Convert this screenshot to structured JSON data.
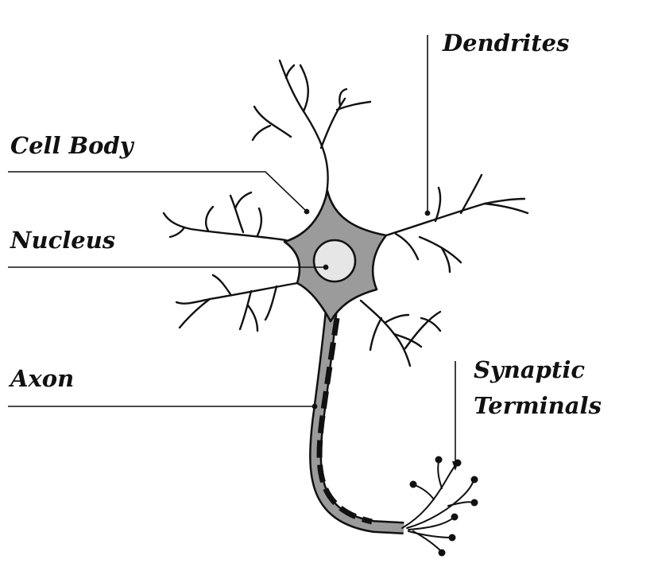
{
  "diagram": {
    "labels": {
      "dendrites": "Dendrites",
      "cell_body": "Cell Body",
      "nucleus": "Nucleus",
      "axon": "Axon",
      "synaptic_line1": "Synaptic",
      "synaptic_line2": "Terminals"
    },
    "colors": {
      "stroke": "#111111",
      "cell_body_fill": "#9b9b9b",
      "nucleus_fill": "#e6e6e6",
      "axon_fill": "#9b9b9b",
      "background": "#ffffff"
    }
  }
}
